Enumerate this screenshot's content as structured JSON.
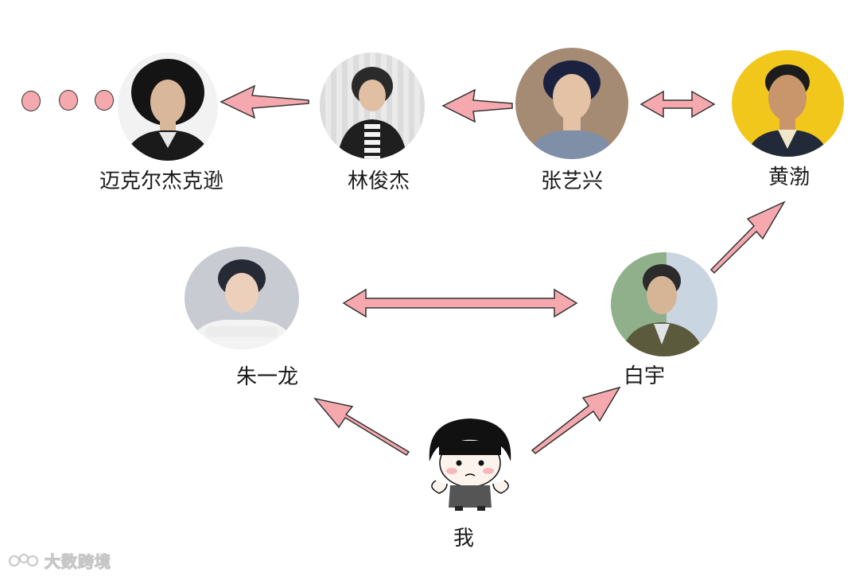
{
  "nodes": {
    "michael_jackson": "迈克尔杰克逊",
    "lin_junjie": "林俊杰",
    "zhang_yixing": "张艺兴",
    "huang_bo": "黄渤",
    "zhu_yilong": "朱一龙",
    "bai_yu": "白宇",
    "me": "我"
  },
  "colors": {
    "arrow_fill": "#f5a9ae",
    "arrow_stroke": "#333333",
    "dot_fill": "#f5a9ae"
  },
  "watermark": {
    "text": "大数跨境"
  }
}
